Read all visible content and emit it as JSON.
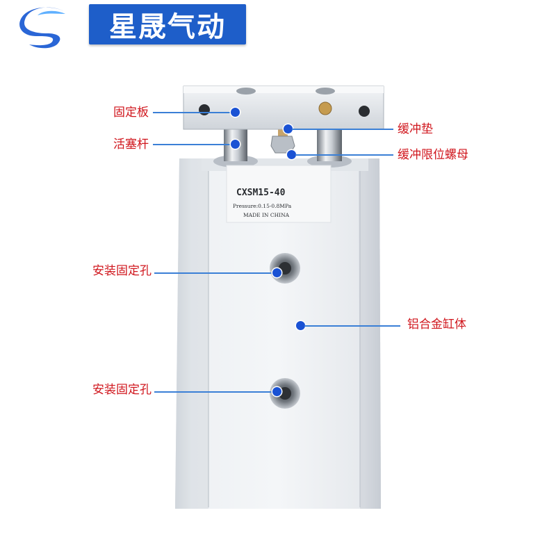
{
  "brand": {
    "name": "星晟气动",
    "logo_icon": "s-swoosh-logo",
    "box_color": "#1e5ec9",
    "text_color": "#ffffff"
  },
  "product": {
    "model": "CXSM15-40",
    "pressure": "Pressure:0.15-0.8MPa",
    "origin": "MADE IN CHINA"
  },
  "callouts": {
    "fixed_plate": "固定板",
    "piston_rod": "活塞杆",
    "buffer_pad": "缓冲垫",
    "buffer_nut": "缓冲限位螺母",
    "mount_hole_upper": "安装固定孔",
    "cylinder_body": "铝合金缸体",
    "mount_hole_lower": "安装固定孔"
  },
  "colors": {
    "label": "#d0161d",
    "leader_line": "#3a7fd6",
    "dot": "#1a52d4"
  }
}
